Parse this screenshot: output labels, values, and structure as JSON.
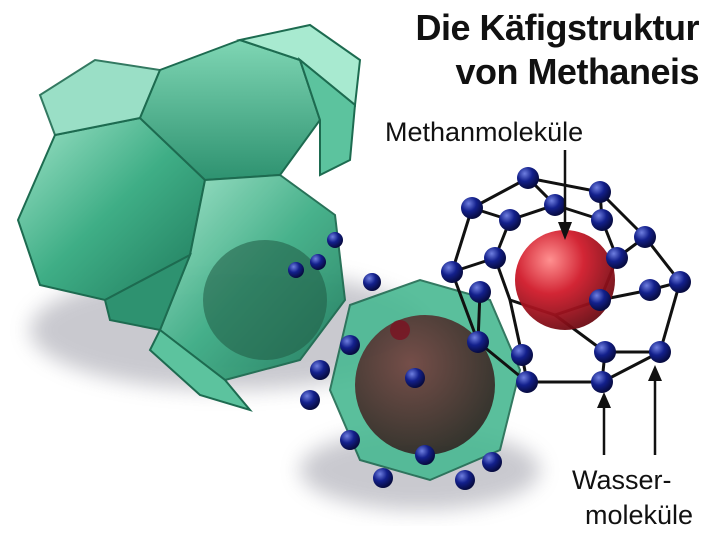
{
  "title": {
    "line1": "Die Käfigstruktur",
    "line2": "von Methaneis"
  },
  "labels": {
    "methane": "Methanmoleküle",
    "water_line1": "Wasser-",
    "water_line2": "moleküle"
  },
  "colors": {
    "cage_green": "#3fae86",
    "cage_green_light": "#8fdcc0",
    "water_blue": "#13208c",
    "methane_red": "#d01a2a",
    "bond_black": "#111111"
  }
}
